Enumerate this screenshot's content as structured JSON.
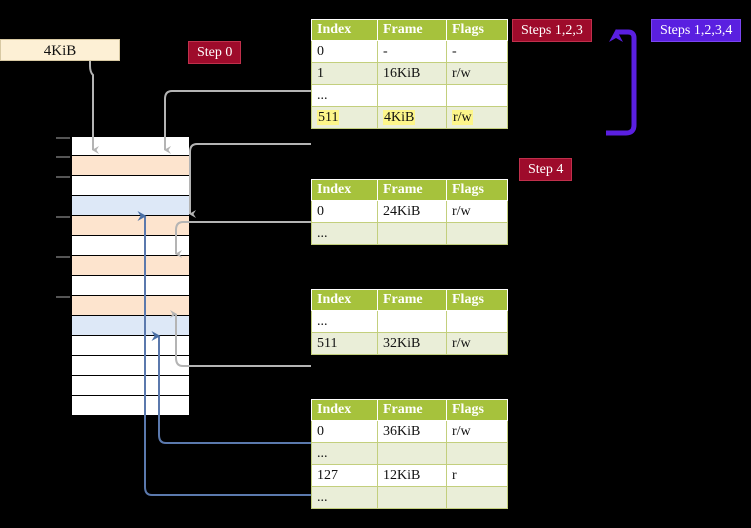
{
  "diagram": {
    "title_absent": true,
    "page_box": {
      "label": "4KiB"
    },
    "badges": {
      "step0": "Step 0",
      "steps123": "Steps 1,2,3",
      "steps1234": "Steps 1,2,3,4",
      "step4": "Step 4"
    },
    "colors": {
      "badge_red": "#9e0b2b",
      "badge_purple": "#5a1fe0",
      "table_header": "#a6c23c",
      "table_alt_row": "#eaeed8",
      "highlight": "#fdf68a",
      "page_box": "#fdf0d5",
      "mem_orange": "#fde4ce",
      "mem_blue": "#dde8f7",
      "wire_gray": "#aaaaaa",
      "wire_blue": "#5b79ad"
    },
    "memory_column": {
      "name": "physical-memory-column",
      "rows": [
        {
          "fill": "m-white",
          "tick": true
        },
        {
          "fill": "m-orange",
          "tick": true
        },
        {
          "fill": "m-white",
          "tick": true
        },
        {
          "fill": "m-blue",
          "tick": false
        },
        {
          "fill": "m-orange",
          "tick": true
        },
        {
          "fill": "m-white",
          "tick": false
        },
        {
          "fill": "m-orange",
          "tick": true
        },
        {
          "fill": "m-white",
          "tick": false
        },
        {
          "fill": "m-orange",
          "tick": true
        },
        {
          "fill": "m-blue",
          "tick": false
        },
        {
          "fill": "m-white",
          "tick": false
        },
        {
          "fill": "m-white",
          "tick": false
        },
        {
          "fill": "m-white",
          "tick": false
        },
        {
          "fill": "m-white",
          "tick": false
        }
      ]
    },
    "tables": [
      {
        "name": "page-table-level-1",
        "headers": [
          "Index",
          "Frame",
          "Flags"
        ],
        "rows": [
          {
            "cells": [
              "0",
              "-",
              "-"
            ],
            "alt": false,
            "highlight": []
          },
          {
            "cells": [
              "1",
              "16KiB",
              "r/w"
            ],
            "alt": true,
            "highlight": []
          },
          {
            "cells": [
              "...",
              "",
              ""
            ],
            "alt": false,
            "highlight": []
          },
          {
            "cells": [
              "511",
              "4KiB",
              "r/w"
            ],
            "alt": true,
            "highlight": [
              0,
              1,
              2
            ]
          }
        ]
      },
      {
        "name": "page-table-level-2",
        "headers": [
          "Index",
          "Frame",
          "Flags"
        ],
        "rows": [
          {
            "cells": [
              "0",
              "24KiB",
              "r/w"
            ],
            "alt": false,
            "highlight": []
          },
          {
            "cells": [
              "...",
              "",
              ""
            ],
            "alt": true,
            "highlight": []
          }
        ]
      },
      {
        "name": "page-table-level-3",
        "headers": [
          "Index",
          "Frame",
          "Flags"
        ],
        "rows": [
          {
            "cells": [
              "...",
              "",
              ""
            ],
            "alt": false,
            "highlight": []
          },
          {
            "cells": [
              "511",
              "32KiB",
              "r/w"
            ],
            "alt": true,
            "highlight": []
          }
        ]
      },
      {
        "name": "page-table-level-4",
        "headers": [
          "Index",
          "Frame",
          "Flags"
        ],
        "rows": [
          {
            "cells": [
              "0",
              "36KiB",
              "r/w"
            ],
            "alt": false,
            "highlight": []
          },
          {
            "cells": [
              "...",
              "",
              ""
            ],
            "alt": true,
            "highlight": []
          },
          {
            "cells": [
              "127",
              "12KiB",
              "r"
            ],
            "alt": false,
            "highlight": []
          },
          {
            "cells": [
              "...",
              "",
              ""
            ],
            "alt": true,
            "highlight": []
          }
        ]
      }
    ]
  }
}
